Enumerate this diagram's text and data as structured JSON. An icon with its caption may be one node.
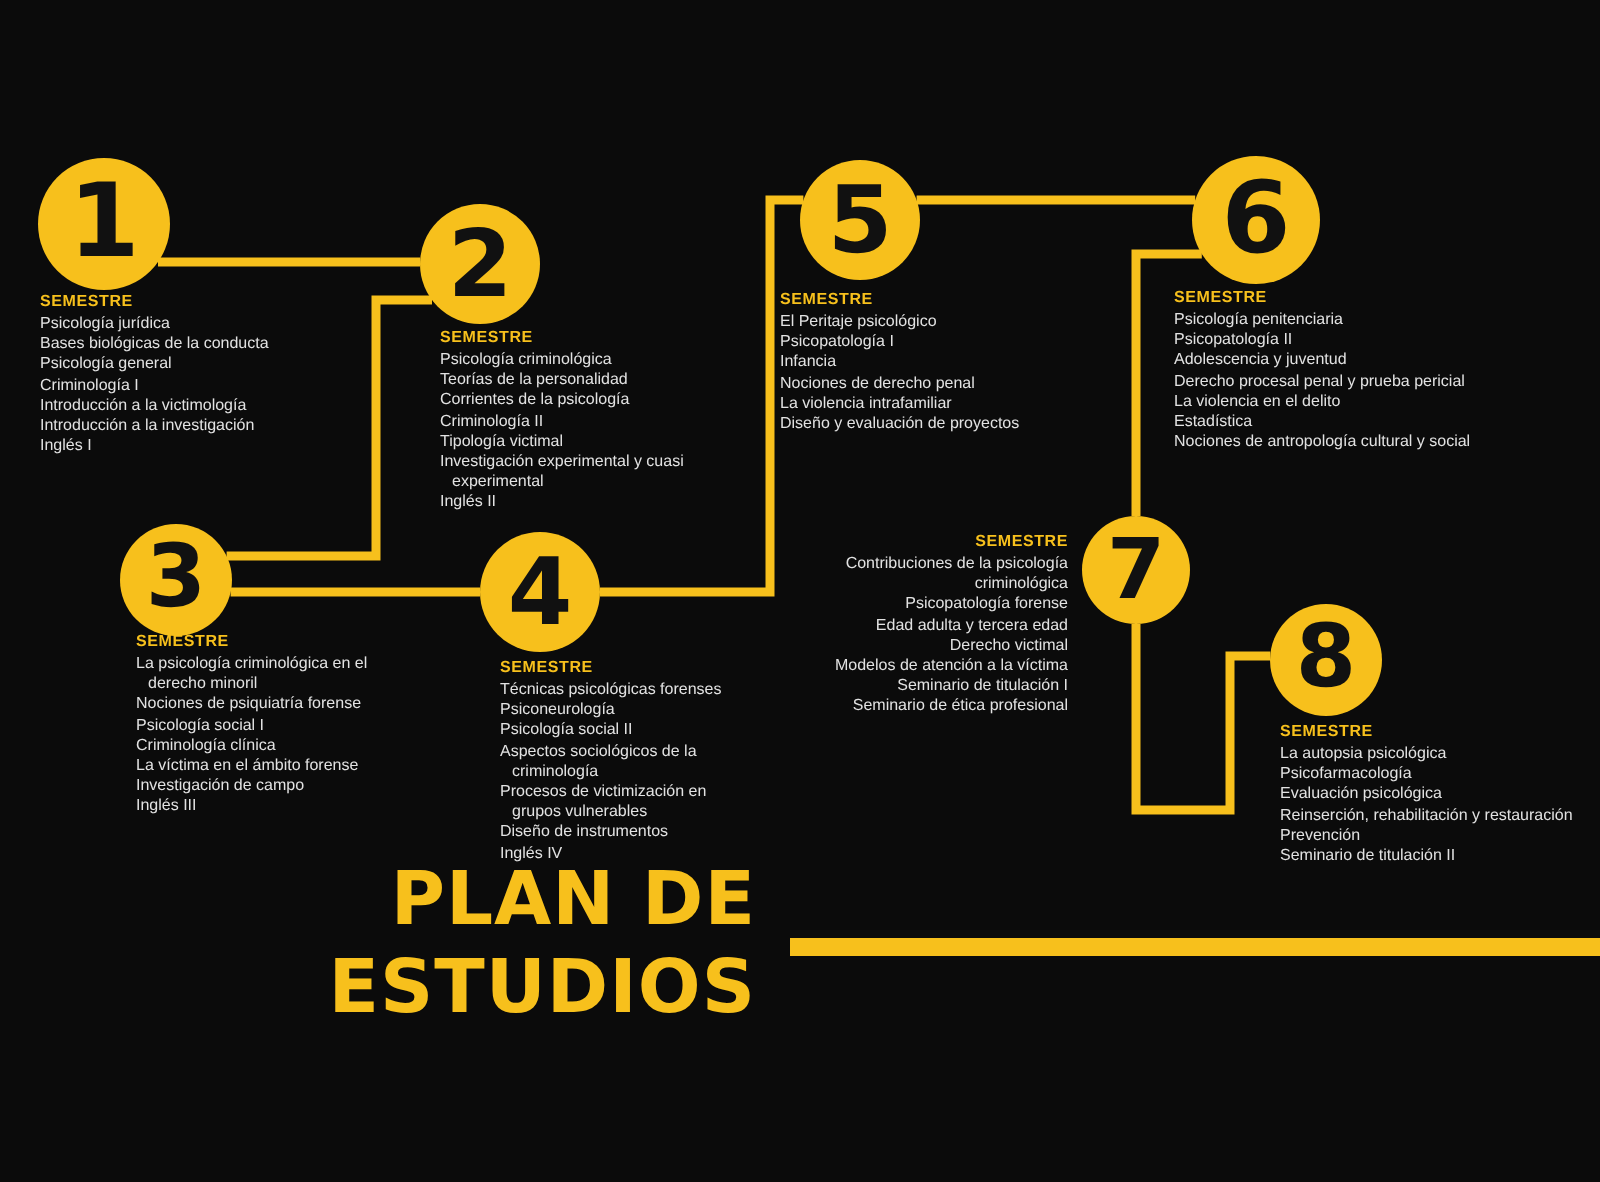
{
  "diagram": {
    "title": "PLAN DE ESTUDIOS",
    "nodes": [
      {
        "text": [
          "1"
        ],
        "beside": [
          "SEMESTRE",
          "Psicología jurídica",
          "Bases biológicas de la conducta",
          "Psicología general",
          "Criminología I",
          "Introducción a la victimología",
          "Introducción a la investigación",
          "Inglés I"
        ]
      },
      {
        "text": [
          "2"
        ],
        "beside": [
          "SEMESTRE",
          "Psicología criminológica",
          "Teorías de la personalidad",
          "Corrientes de la psicología",
          "Criminología II",
          "Tipología victimal",
          "Investigación experimental y cuasi experimental",
          "Inglés II"
        ]
      },
      {
        "text": [
          "3"
        ],
        "beside": [
          "SEMESTRE",
          "La psicología criminológica en el derecho minoril",
          "Nociones de psiquiatría forense",
          "Psicología social I",
          "Criminología clínica",
          "La víctima en el ámbito forense",
          "Investigación de campo",
          "Inglés III"
        ]
      },
      {
        "text": [
          "4"
        ],
        "beside": [
          "SEMESTRE",
          "Técnicas psicológicas forenses",
          "Psiconeurología",
          "Psicología social II",
          "Aspectos sociológicos de la criminología",
          "Procesos de victimización en grupos vulnerables",
          "Diseño de instrumentos",
          "Inglés IV"
        ]
      },
      {
        "text": [
          "5"
        ],
        "beside": [
          "SEMESTRE",
          "El Peritaje psicológico",
          "Psicopatología I",
          "Infancia",
          "Nociones de derecho penal",
          "La violencia intrafamiliar",
          "Diseño y evaluación de proyectos"
        ]
      },
      {
        "text": [
          "6"
        ],
        "beside": [
          "SEMESTRE",
          "Psicología penitenciaria",
          "Psicopatología II",
          "Adolescencia y juventud",
          "Derecho procesal penal y prueba pericial",
          "La violencia en el delito",
          "Estadística",
          "Nociones de antropología cultural y social"
        ]
      },
      {
        "text": [
          "7"
        ],
        "beside": [
          "SEMESTRE",
          "Contribuciones de la psicología criminológica",
          "Psicopatología forense",
          "Edad adulta y tercera edad",
          "Derecho victimal",
          "Modelos de atención a la víctima",
          "Seminario de titulación I",
          "Seminario de ética profesional"
        ]
      },
      {
        "text": [
          "8"
        ],
        "beside": [
          "SEMESTRE",
          "La autopsia psicológica",
          "Psicofarmacología",
          "Evaluación psicológica",
          "Reinserción, rehabilitación y restauración",
          "Prevención",
          "Seminario de titulación II"
        ]
      }
    ],
    "edges": [
      {
        "from": 0,
        "to": 1,
        "arrow": "none"
      },
      {
        "from": 1,
        "to": 2,
        "arrow": "none"
      },
      {
        "from": 2,
        "to": 3,
        "arrow": "none"
      },
      {
        "from": 3,
        "to": 4,
        "arrow": "none"
      },
      {
        "from": 4,
        "to": 5,
        "arrow": "none"
      },
      {
        "from": 5,
        "to": 6,
        "arrow": "none"
      },
      {
        "from": 6,
        "to": 7,
        "arrow": "none"
      }
    ]
  }
}
